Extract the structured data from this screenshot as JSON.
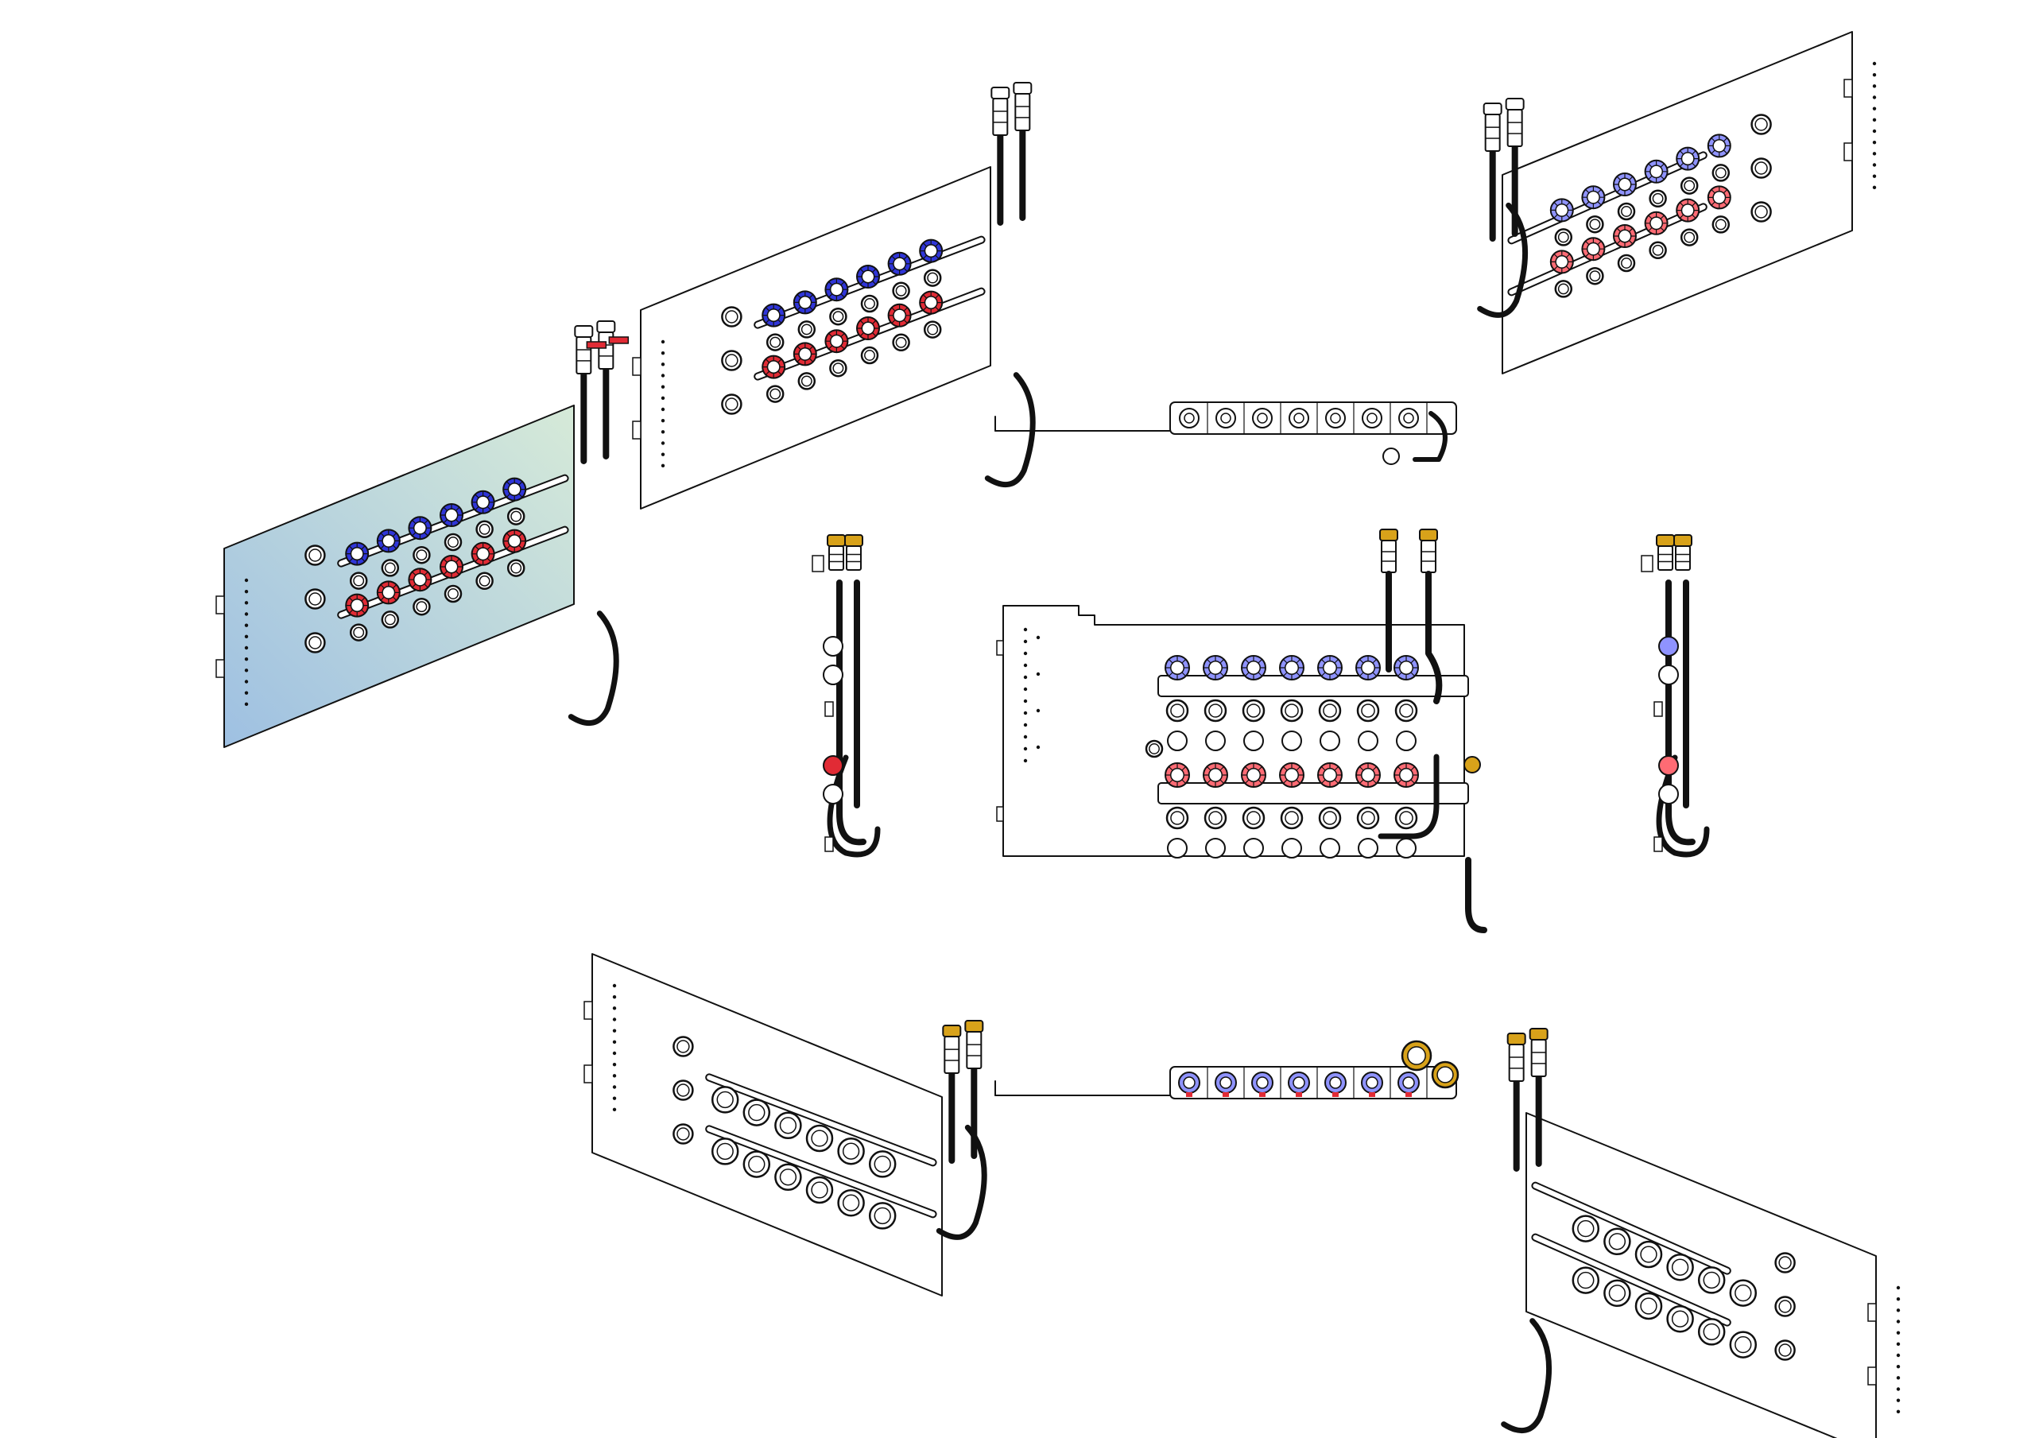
{
  "colors": {
    "background": "#ffffff",
    "line": "#111111",
    "blue_knob": "#2f35d8",
    "light_blue_knob": "#8f93ff",
    "red_knob": "#e12b35",
    "pink_knob": "#ff6b74",
    "brass": "#d8a21a",
    "steel_panel": "#9ec0e2",
    "steel_panel_light": "#d6ead8"
  },
  "views": [
    {
      "name": "isometric-shaded",
      "panel": "shaded",
      "facing": "front-left"
    },
    {
      "name": "isometric-front-left",
      "panel": "line",
      "facing": "front-left"
    },
    {
      "name": "isometric-front-right",
      "panel": "line",
      "facing": "front-right"
    },
    {
      "name": "top-view",
      "panel": "line",
      "facing": "top"
    },
    {
      "name": "left-view",
      "panel": "line",
      "facing": "left"
    },
    {
      "name": "front-view",
      "panel": "line",
      "facing": "front"
    },
    {
      "name": "right-view",
      "panel": "line",
      "facing": "right"
    },
    {
      "name": "isometric-rear-left",
      "panel": "line",
      "facing": "rear-left"
    },
    {
      "name": "bottom-view",
      "panel": "line",
      "facing": "bottom"
    },
    {
      "name": "isometric-rear-right",
      "panel": "line",
      "facing": "rear-right"
    }
  ],
  "manifold": {
    "outlets": 6,
    "supply_knob": "blue",
    "return_knob": "red"
  }
}
